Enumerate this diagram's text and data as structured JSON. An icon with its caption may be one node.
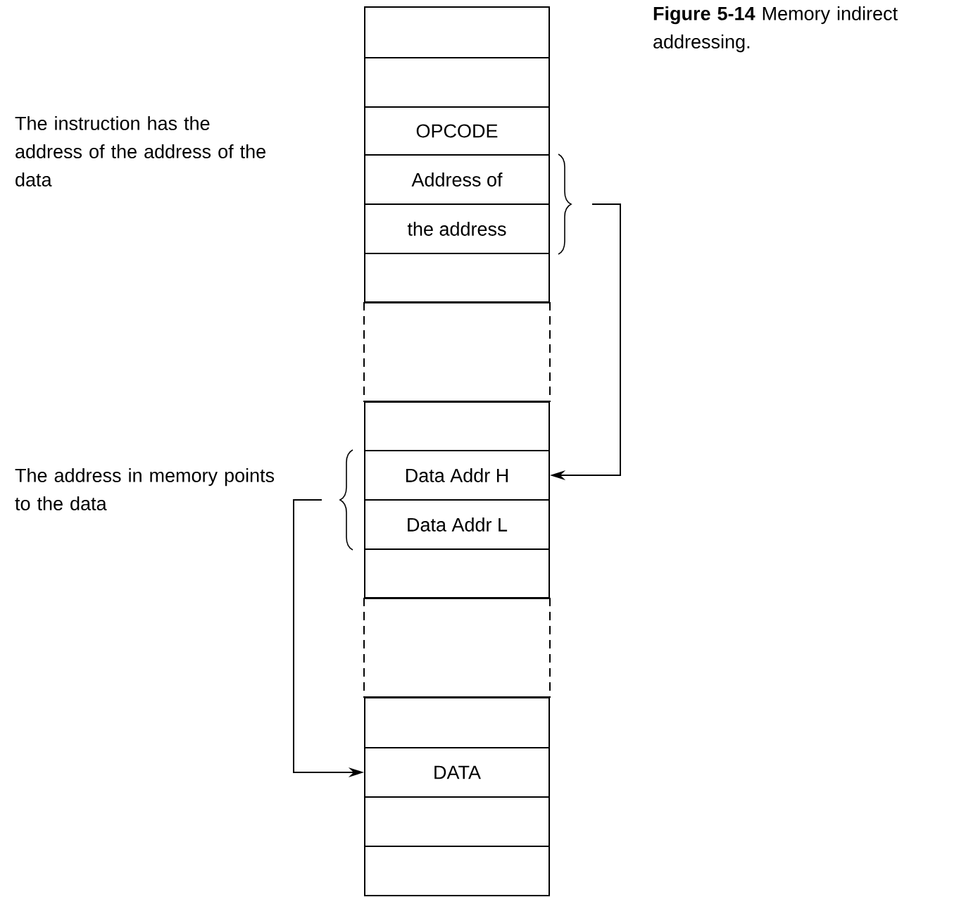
{
  "diagram": {
    "caption": "**Figure 5-14** Memory indirect addressing.",
    "nodes": [
      {
        "text": [],
        "shape": "box"
      },
      {
        "text": [],
        "shape": "box"
      },
      {
        "text": [
          "OPCODE"
        ]
      },
      {
        "text": [
          "Address of"
        ]
      },
      {
        "text": [
          "the address"
        ]
      },
      {
        "text": [],
        "shape": "box"
      },
      {
        "text": [],
        "shape": "box"
      },
      {
        "text": [],
        "shape": "box"
      },
      {
        "text": [
          "Data Addr H"
        ]
      },
      {
        "text": [
          "Data Addr L"
        ]
      },
      {
        "text": [],
        "shape": "box"
      },
      {
        "text": [],
        "shape": "box"
      },
      {
        "text": [],
        "shape": "box"
      },
      {
        "text": [
          "DATA"
        ]
      },
      {
        "text": [],
        "shape": "box"
      },
      {
        "text": [],
        "shape": "box"
      }
    ],
    "edges": [
      {
        "from": 3,
        "to": 8,
        "arrow": "to"
      },
      {
        "from": 4,
        "to": 8,
        "arrow": "to"
      },
      {
        "from": 8,
        "to": 13,
        "arrow": "to"
      },
      {
        "from": 9,
        "to": 13,
        "arrow": "to"
      }
    ],
    "labels": [
      "The instruction has the address of the address of the data",
      "The address in memory points to the data"
    ]
  }
}
